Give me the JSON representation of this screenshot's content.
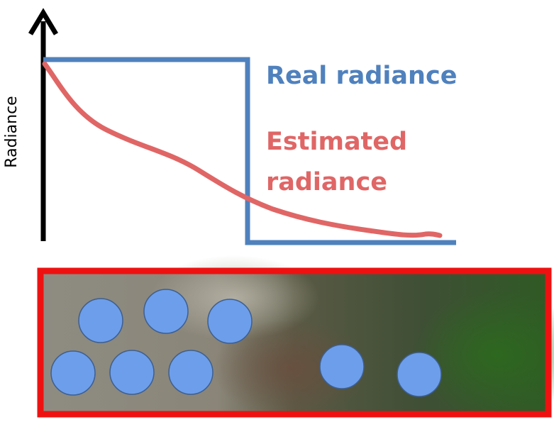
{
  "chart_data": {
    "type": "line",
    "ylabel": "Radiance",
    "xlabel": "",
    "series": [
      {
        "name": "Real radiance",
        "color": "#4f81bd"
      },
      {
        "name": "Estimated radiance",
        "name_lines": [
          "Estimated",
          "radiance"
        ],
        "color": "#e06666"
      }
    ]
  },
  "sample_strip": {
    "border_color": "#ee1111",
    "dot_color": "#6d9eeb",
    "dot_count": 8
  }
}
